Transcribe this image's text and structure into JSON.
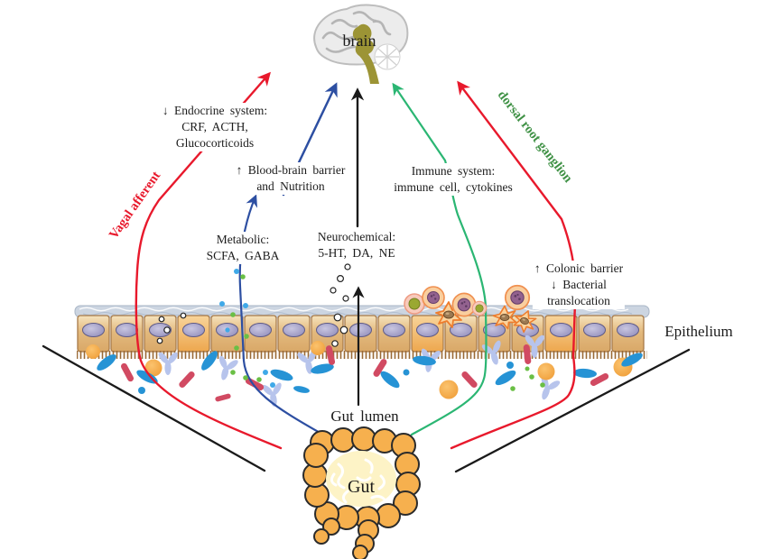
{
  "figure": {
    "title": "Gut-brain axis pathways diagram",
    "labels": {
      "brain": "brain",
      "gut": "Gut",
      "gut_lumen": "Gut lumen",
      "epithelium": "Epithelium",
      "vagal_afferent": "Vagal afferent",
      "dorsal_root_ganglion": "dorsal root ganglion",
      "endocrine": [
        "↓ Endocrine system:",
        "CRF, ACTH,",
        "Glucocorticoids"
      ],
      "blood_brain": [
        "↑ Blood-brain barrier",
        "and Nutrition"
      ],
      "immune": [
        "Immune system:",
        "immune cell, cytokines"
      ],
      "metabolic": [
        "Metabolic:",
        "SCFA, GABA"
      ],
      "neurochemical": [
        "Neurochemical:",
        "5-HT, DA, NE"
      ],
      "colonic": [
        "↑ Colonic barrier",
        "↓ Bacterial",
        "translocation"
      ]
    },
    "colors": {
      "vagal_red": "#e8192c",
      "pathway_blue": "#2d4fa2",
      "pathway_green": "#2bb673",
      "ganglion_green_text": "#3f9145",
      "arrow_black": "#1a1a1a",
      "epithelial_cell": "#e3b97d",
      "nucleus_purple": "#8d89b8",
      "mucus_gray": "#ccd5e1",
      "bacteria_blue": "#2693d5",
      "bacteria_crimson": "#d14a62",
      "bacteria_periwinkle": "#b7c4ec",
      "bacteria_orange": "#ee9a33",
      "gut_orange": "#f6b04e",
      "brain_gray": "#c9c9c9",
      "brainstem_olive": "#9c9435"
    }
  }
}
